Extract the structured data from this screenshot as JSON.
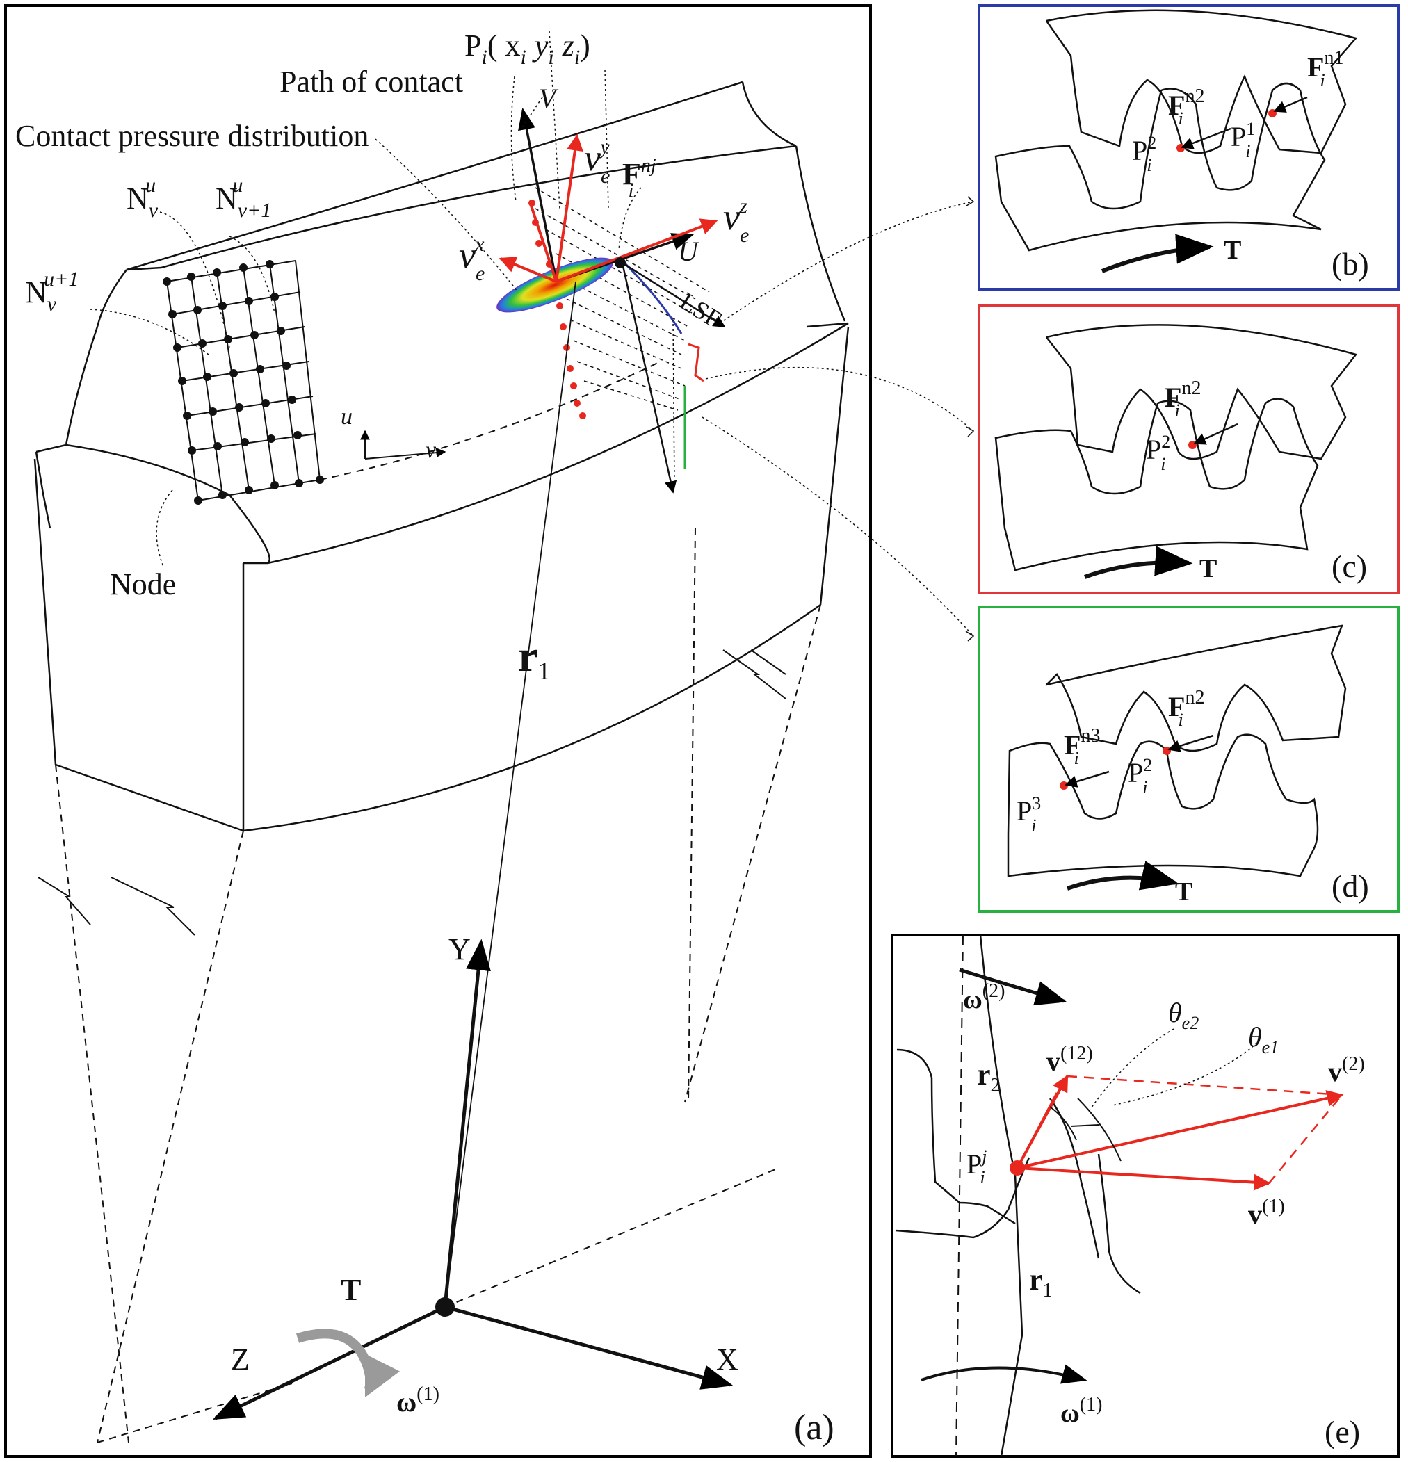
{
  "colors": {
    "frame": "#000000",
    "box_b": "#2a3aa8",
    "box_c": "#e0363a",
    "box_d": "#28b040",
    "accent_red": "#e8281e",
    "torque_gray": "#9a9a9a"
  },
  "panel_a": {
    "label": "(a)",
    "point": {
      "base": "P",
      "sub": "i",
      "coords": "( x",
      "xsub": "i",
      "y": "y",
      "ysub": "i",
      "z": "z",
      "zsub": "i",
      "close": ")"
    },
    "path_of_contact": "Path of contact",
    "contact_pressure": "Contact pressure distribution",
    "V": "V",
    "U": "U",
    "lsf": "LSF",
    "ve": "v",
    "ve_sub": "e",
    "ve_y": "y",
    "ve_z": "z",
    "ve_x": "x",
    "F": "F",
    "F_sup": "nj",
    "F_sub": "i",
    "N": "N",
    "N_sub_v": "v",
    "N_sub_v1": "v+1",
    "N_sup_u": "u",
    "N_sup_u1": "u+1",
    "u": "u",
    "v": "v",
    "node": "Node",
    "r1": "r",
    "r1_sub": "1",
    "Y": "Y",
    "X": "X",
    "Z": "Z",
    "T": "T",
    "omega": "ω",
    "omega_sup": "(1)"
  },
  "panel_b": {
    "label": "(b)",
    "T": "T",
    "F": "F",
    "F1_sup": "n1",
    "F2_sup": "n2",
    "F_sub": "i",
    "P": "P",
    "P1_sup": "1",
    "P2_sup": "2",
    "P_sub": "i"
  },
  "panel_c": {
    "label": "(c)",
    "T": "T",
    "F": "F",
    "F_sup": "n2",
    "F_sub": "i",
    "P": "P",
    "P_sup": "2",
    "P_sub": "i"
  },
  "panel_d": {
    "label": "(d)",
    "T": "T",
    "F": "F",
    "F3_sup": "n3",
    "F2_sup": "n2",
    "F_sub": "i",
    "P": "P",
    "P3_sup": "3",
    "P2_sup": "2",
    "P_sub": "i"
  },
  "panel_e": {
    "label": "(e)",
    "omega": "ω",
    "omega2_sup": "(2)",
    "omega1_sup": "(1)",
    "r": "r",
    "r2_sub": "2",
    "r1_sub": "1",
    "v": "v",
    "v12_sup": "(12)",
    "v2_sup": "(2)",
    "v1_sup": "(1)",
    "theta": "θ",
    "theta_e2_sub": "e2",
    "theta_e1_sub": "e1",
    "P": "P",
    "P_sup": "j",
    "P_sub": "i"
  }
}
